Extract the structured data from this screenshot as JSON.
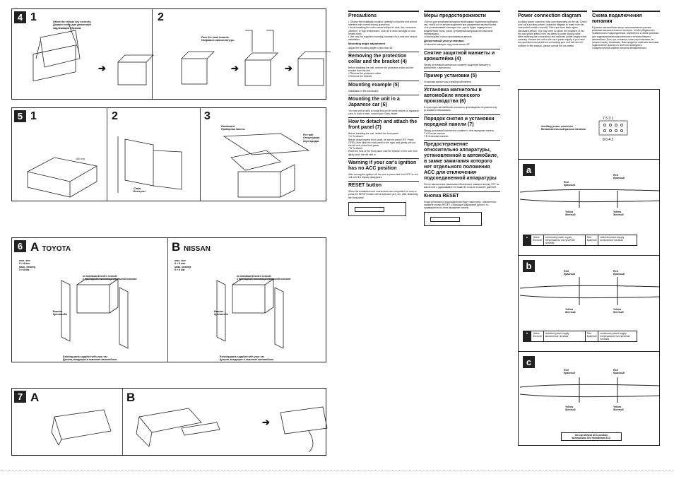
{
  "section4": {
    "num": "4",
    "step1": "1",
    "step2": "2",
    "note1": "Orient the release key correctly.\nДержите ключ для демонтажа надлежащим образом.",
    "note2": "Face the hook inwards.\nНаправьте крючок внутрь."
  },
  "section5": {
    "num": "5",
    "step1": "1",
    "step2": "2",
    "step3": "3",
    "dim": "182 mm",
    "claws": "Claws\nВыступы",
    "dashboard": "Dashboard\nПриборная панель",
    "firewall": "Fire wall\nОгнеупорная перегородка"
  },
  "section6": {
    "num": "6",
    "a_label": "A",
    "a_brand": "TOYOTA",
    "b_label": "B",
    "b_brand": "NISSAN",
    "maxsize": "max. size\n5 × 8 mm\nмакс. размер\n5 × 8 мм",
    "to_console": "to dashboard/centre console\nк приборной панели/центральной консоли",
    "bracket": "Bracket\nКронштейн",
    "existing": "Existing parts supplied with your car\nДетали, входящие в комплект автомобиля"
  },
  "section7": {
    "num": "7",
    "a_label": "A",
    "b_label": "B"
  },
  "col_en": {
    "h_precautions": "Precautions",
    "p_precautions": "• Choose the installation location carefully so that the unit will not interfere with normal driving operations.\n• Avoid installing the unit in areas subject to dust, dirt, excessive vibration, or high temperature, such as in direct sunlight or near heater ducts.\n• Use only the supplied mounting hardware for a safe and secure installation.",
    "h_angle": "Mounting angle adjustment",
    "p_angle": "Adjust the mounting angle to less than 45°.",
    "h_remove": "Removing the protection collar and the bracket (4)",
    "p_remove": "Before installing the unit, remove the protection collar and the bracket from the unit.\n1 Remove the protection collar.\n2 Remove the bracket.",
    "h_example": "Mounting example (5)",
    "p_example": "Installation in the dashboard",
    "h_japanese": "Mounting the unit in a Japanese car (6)",
    "p_japanese": "You may not be able to install this unit in some makes of Japanese cars. In such a case, consult your Sony dealer.",
    "h_detach": "How to detach and attach the front panel (7)",
    "p_detach": "Before installing the unit, detach the front panel.\n7-A To detach\nBefore detaching the front panel, be sure to press OFF. Press OPEN, then slide the front panel to the right, and gently pull out the left end of the front panel.\n7-B To attach\nPlace the hole of the front panel onto the spindle on the unit, then lightly push the left side in.",
    "h_warning": "Warning if your car's ignition has no ACC position",
    "p_warning": "After turning the ignition off, be sure to press and hold OFF on the unit until the display disappears.",
    "h_reset": "RESET button",
    "p_reset": "When the installation and connections are completed, be sure to press the RESET button with a ball-point pen, etc. after detaching the front panel."
  },
  "col_ru": {
    "h_precautions": "Меры предосторожности",
    "p_precautions": "• Место для установки аппарата необходимо тщательно выбирать так, чтобы он не мешал водителю при управлении автомобилем.\n• Не устанавливайте аппарат там, где он будет подвергаться воздействию пыли, грязи, чрезмерной вибрации или высокой температуры.\n• Используйте только прилагаемые детали.",
    "h_angle": "Допустимый угол установки",
    "p_angle": "Установите аппарат под углом менее 45°.",
    "h_remove": "Снятие защитной манжеты и кронштейна (4)",
    "p_remove": "Перед установкой магнитолы снимите защитную манжету и кронштейн с магнитолы.",
    "h_example": "Пример установки (5)",
    "p_example": "Установка магнитолы в приборной панели",
    "h_japanese": "Установка магнитолы в автомобиле японского производства (6)",
    "p_japanese": "В некоторых автомобилях японского производства эту магнитолу установить невозможно.",
    "h_detach": "Порядок снятия и установки передней панели (7)",
    "p_detach": "Перед установкой магнитолы снимите с нее переднюю панель.\n7-A Снятие панели\n7-B Установка панели",
    "h_warning": "Предостережение относительно аппаратуры, установленной в автомобиле, в замке зажигания которого нет отдельного положения ACC для отключения подсоединенной аппаратуры",
    "p_warning": "После выключения зажигания обязательно нажмите кнопку OFF на магнитоле и удерживайте ее нажатой, пока не погаснет дисплей.",
    "h_reset": "Кнопка RESET",
    "p_reset": "Когда установка и подсоединения будут закончены, обязательно нажмите кнопку RESET с помощью шариковой ручки и т.п., предварительно сняв переднюю панель."
  },
  "col_pc": {
    "h_en": "Power connection diagram",
    "p_en": "Auxiliary power connector may vary depending on the car. Check your car's auxiliary power connector diagram to make sure the connections match correctly. There are three basic types (illustrated below). You may need to switch the positions of the red and yellow leads in the car stereo's power supply cable.\nAfter matching the connections and switched power supply leads correctly, connect the unit to the car's power supply. If you have any questions and problems connecting your unit that are not covered in this manual, please consult the car dealer.",
    "h_ru": "Схема подключения питания",
    "p_ru": "В разных автомобилях могут использоваться разные разъемы вспомогательного питания. Чтобы убедиться в правильности подсоединения, обратитесь к схеме разъема для подключения вспомогательного питания Вашего автомобиля. Есть три основных типа (они показаны на рисунке ниже). Возможно, Вам придется поменять местами подключение красного и желтого проводов в соединительном кабеле питания автомагнитолы."
  },
  "conn": {
    "aux": "Auxiliary power connector\nВспомогательный разъем питания",
    "pins_top": [
      "7",
      "5",
      "3",
      "1"
    ],
    "pins_bottom": [
      "8",
      "6",
      "4",
      "2"
    ],
    "red": "Red\nКрасный",
    "yellow": "Yellow\nЖелтый",
    "cont": "continuous power supply\nнепрерывное поступление питания",
    "switched": "switched power supply\nвключенное питание",
    "no_acc": "the car without ACC position\nавтомобиль без положения ACC",
    "panels": [
      "a",
      "b",
      "c"
    ]
  },
  "colors": {
    "ink": "#222222",
    "red_wire": "#222222"
  }
}
